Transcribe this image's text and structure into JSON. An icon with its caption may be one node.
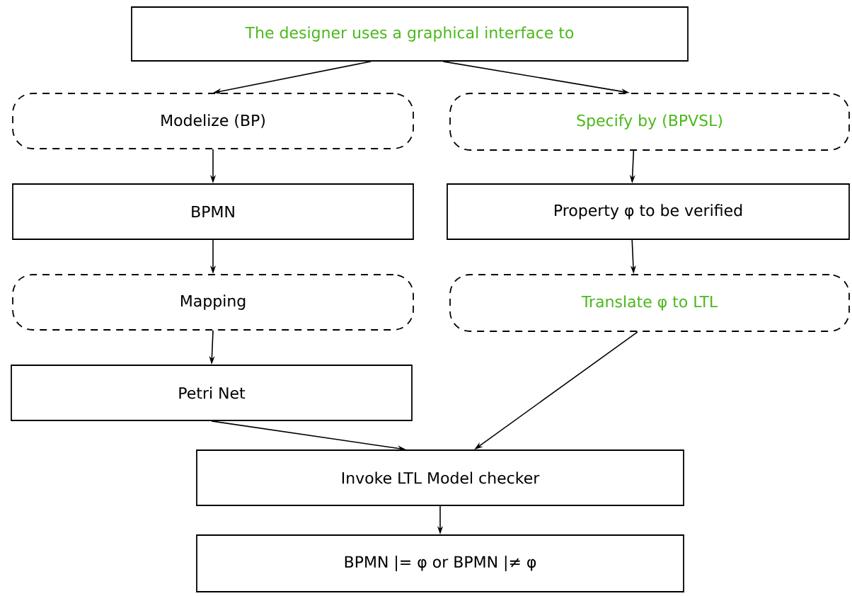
{
  "diagram": {
    "nodes": [
      {
        "text": [
          "The designer uses a graphical interface to"
        ]
      },
      {
        "text": [
          "Modelize (BP)"
        ]
      },
      {
        "text": [
          "Specify by (BPVSL)"
        ]
      },
      {
        "text": [
          "BPMN"
        ]
      },
      {
        "text": [
          "Property φ to be verified"
        ]
      },
      {
        "text": [
          "Mapping"
        ]
      },
      {
        "text": [
          "Translate φ to LTL"
        ]
      },
      {
        "text": [
          "Petri Net"
        ]
      },
      {
        "text": [
          "Invoke LTL Model checker"
        ]
      },
      {
        "text": [
          "BPMN |= φ or BPMN |≠ φ"
        ]
      }
    ],
    "edges": [
      {
        "from": 0,
        "to": 1,
        "arrow": "to"
      },
      {
        "from": 0,
        "to": 2,
        "arrow": "to"
      },
      {
        "from": 1,
        "to": 3,
        "arrow": "to"
      },
      {
        "from": 2,
        "to": 4,
        "arrow": "to"
      },
      {
        "from": 3,
        "to": 5,
        "arrow": "to"
      },
      {
        "from": 4,
        "to": 6,
        "arrow": "to"
      },
      {
        "from": 5,
        "to": 7,
        "arrow": "to"
      },
      {
        "from": 7,
        "to": 8,
        "arrow": "to"
      },
      {
        "from": 6,
        "to": 8,
        "arrow": "to"
      },
      {
        "from": 8,
        "to": 9,
        "arrow": "to"
      }
    ]
  }
}
